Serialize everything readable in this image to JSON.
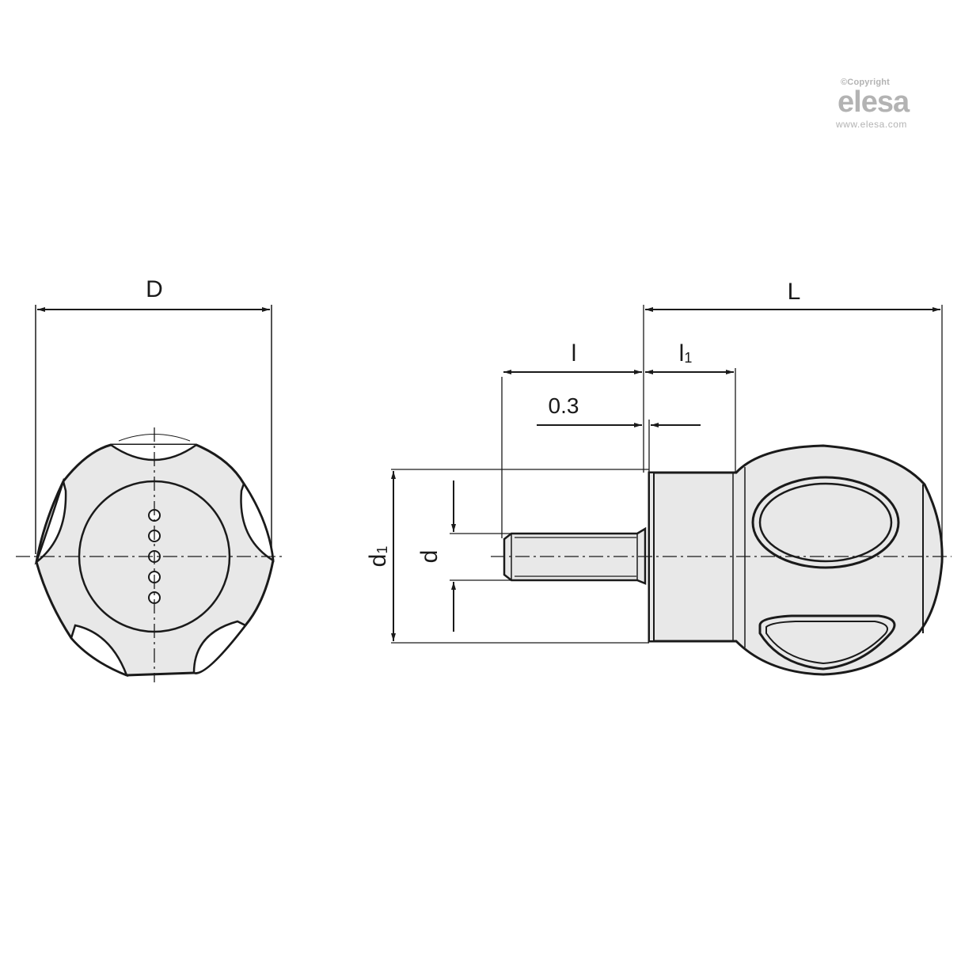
{
  "logo": {
    "copyright": "©Copyright",
    "brand": "elesa",
    "url": "www.elesa.com",
    "color": "#b3b3b3"
  },
  "front_view": {
    "dimension_D": "D",
    "holes_count": 5
  },
  "side_view": {
    "dimension_L": "L",
    "dimension_l": "l",
    "dimension_l1_base": "l",
    "dimension_l1_sub": "1",
    "dimension_gap": "0.3",
    "dimension_d": "d",
    "dimension_d1_base": "d",
    "dimension_d1_sub": "1"
  },
  "colors": {
    "line": "#1a1a1a",
    "fill": "#e8e8e8",
    "background": "#ffffff"
  }
}
